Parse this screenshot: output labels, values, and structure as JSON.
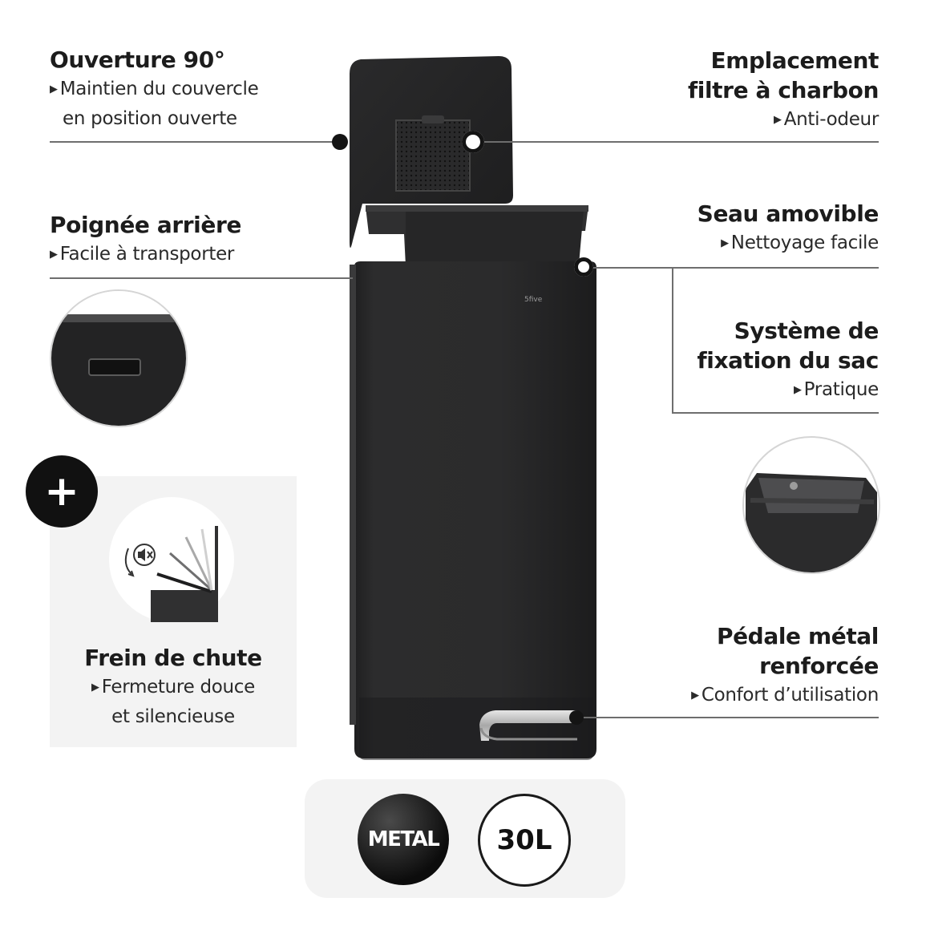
{
  "callouts": {
    "opening": {
      "title": "Ouverture 90°",
      "lines": [
        "Maintien du couvercle",
        "en position ouverte"
      ]
    },
    "filter": {
      "title_lines": [
        "Emplacement",
        "filtre à charbon"
      ],
      "sub": "Anti-odeur"
    },
    "handle": {
      "title": "Poignée arrière",
      "sub": "Facile à transporter"
    },
    "bucket": {
      "title": "Seau amovible",
      "sub": "Nettoyage facile"
    },
    "bag": {
      "title_lines": [
        "Système de",
        "fixation du sac"
      ],
      "sub": "Pratique"
    },
    "pedal": {
      "title_lines": [
        "Pédale métal",
        "renforcée"
      ],
      "sub": "Confort d’utilisation"
    }
  },
  "softclose": {
    "plus": "+",
    "title": "Frein de chute",
    "lines": [
      "Fermeture douce",
      "et silencieuse"
    ]
  },
  "badges": {
    "material": "METAL",
    "capacity": "30L"
  },
  "product": {
    "brand_mark": "5five"
  },
  "icons": {
    "bullet": "triangle-right-icon",
    "plus": "plus-icon",
    "softclose": "soft-close-lid-icon",
    "mute": "mute-speaker-icon"
  },
  "colors": {
    "bin": "#2a2a2b",
    "panel": "#f3f3f3",
    "dot": "#141414",
    "line": "#6e6e6e"
  }
}
